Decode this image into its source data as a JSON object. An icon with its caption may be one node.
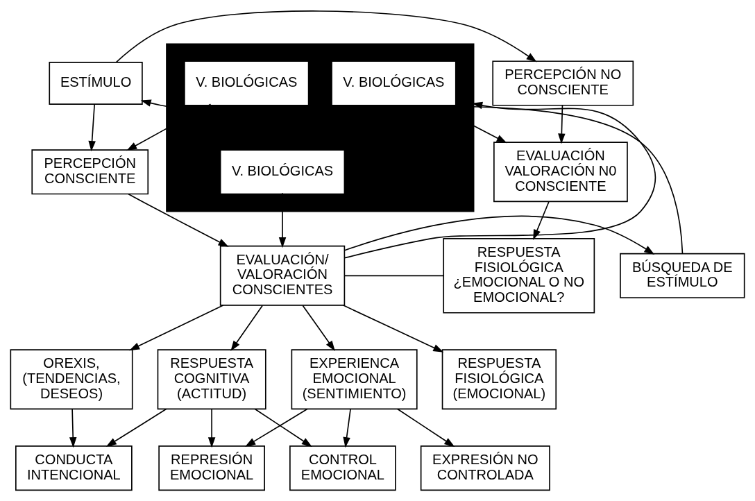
{
  "diagram": {
    "nodes": [
      {
        "text": [
          "PERCEPCIÓN NO CONSCIENTE"
        ]
      },
      {
        "text": [
          "ESTÍMULO"
        ]
      },
      {
        "text": [
          "EVALUACIÓN VALORACIÓN N0 CONSCIENTE"
        ]
      },
      {
        "text": [],
        "shape": "box"
      },
      {
        "text": [
          "V. BIOLÓGICAS"
        ],
        "in": 3
      },
      {
        "text": [
          "V. BIOLÓGICAS"
        ],
        "in": 3
      },
      {
        "text": [
          "V. BIOLÓGICAS"
        ],
        "in": 3
      },
      {
        "text": [
          "PERCEPCIÓN CONSCIENTE"
        ]
      },
      {
        "text": [
          "BÚSQUEDA DE ESTÍMULO"
        ]
      },
      {
        "text": [
          "RESPUESTA FISIOLÓGICA ¿EMOCIONAL O NO EMOCIONAL?"
        ]
      },
      {
        "text": [
          "EVALUACIÓN/ VALORACIÓN CONSCIENTES"
        ]
      },
      {
        "text": [
          "OREXIS, (TENDENCIAS, DESEOS)"
        ]
      },
      {
        "text": [
          "RESPUESTA COGNITIVA (ACTITUD)"
        ]
      },
      {
        "text": [
          "EXPERIENCA EMOCIONAL (SENTIMIENTO)"
        ]
      },
      {
        "text": [
          "RESPUESTA FISIOLÓGICA (EMOCIONAL)"
        ]
      },
      {
        "text": [
          "REPRESIÓN EMOCIONAL"
        ]
      },
      {
        "text": [
          "CONDUCTA INTENCIONAL"
        ]
      },
      {
        "text": [
          "EXPRESIÓN NO CONTROLADA"
        ]
      },
      {
        "text": [
          "CONTROL EMOCIONAL"
        ]
      }
    ],
    "edges": [
      {
        "from": 1,
        "to": 0,
        "arrow": "to"
      },
      {
        "from": 0,
        "to": 2,
        "arrow": "to"
      },
      {
        "from": 2,
        "to": 9,
        "arrow": "to"
      },
      {
        "from": 3,
        "to": 2,
        "arrow": "to"
      },
      {
        "from": 5,
        "to": 7,
        "arrow": "to"
      },
      {
        "from": 1,
        "to": 7,
        "arrow": "to"
      },
      {
        "from": 7,
        "to": 10,
        "arrow": "to"
      },
      {
        "from": 6,
        "to": 10,
        "arrow": "to"
      },
      {
        "from": 10,
        "to": 3,
        "arrow": "to"
      },
      {
        "from": 8,
        "to": 1,
        "arrow": "to"
      },
      {
        "from": 9,
        "to": 10,
        "arrow": "none"
      },
      {
        "from": 10,
        "to": 8,
        "arrow": "to"
      },
      {
        "from": 10,
        "to": 11,
        "arrow": "to"
      },
      {
        "from": 10,
        "to": 12,
        "arrow": "to"
      },
      {
        "from": 10,
        "to": 13,
        "arrow": "to"
      },
      {
        "from": 10,
        "to": 14,
        "arrow": "to"
      },
      {
        "from": 11,
        "to": 16,
        "arrow": "to"
      },
      {
        "from": 12,
        "to": 16,
        "arrow": "to"
      },
      {
        "from": 12,
        "to": 15,
        "arrow": "to"
      },
      {
        "from": 12,
        "to": 18,
        "arrow": "to"
      },
      {
        "from": 13,
        "to": 15,
        "arrow": "to"
      },
      {
        "from": 13,
        "to": 18,
        "arrow": "to"
      },
      {
        "from": 13,
        "to": 17,
        "arrow": "to"
      }
    ]
  }
}
